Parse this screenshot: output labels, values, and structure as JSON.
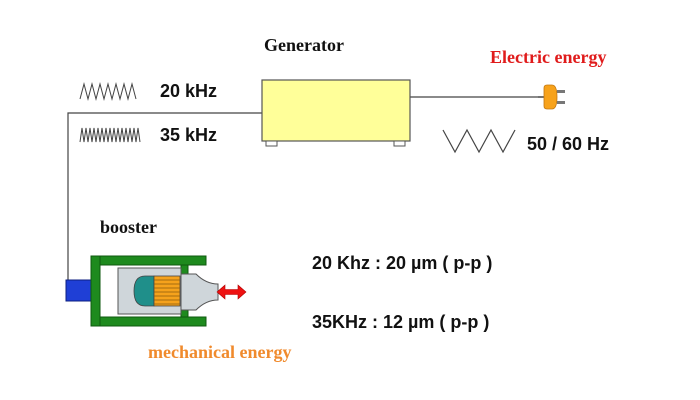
{
  "labels": {
    "generator": "Generator",
    "electric_energy": "Electric energy",
    "freq_20": "20 kHz",
    "freq_35": "35 kHz",
    "mains_freq": "50 / 60 Hz",
    "booster": "booster",
    "amplitude_20": "20 Khz  :  20 µm ( p-p )",
    "amplitude_35": "35KHz  :  12 µm ( p-p )",
    "mechanical_energy": "mechanical energy"
  },
  "colors": {
    "generator_fill": "#ffff99",
    "electric_energy_text": "#e01b1b",
    "mechanical_energy_text": "#f08a2c",
    "plug": "#f7a21b",
    "booster_frame": "#1e8a1e",
    "transducer_body": "#cfd6da",
    "coil": "#f5a21c",
    "coil_cap": "#1f8f8a",
    "input_connector": "#1f3fd6",
    "arrow": "#ee1111",
    "wire": "#444444"
  },
  "icons": {
    "plug": "power-plug-icon",
    "arrow": "double-arrow-icon"
  }
}
